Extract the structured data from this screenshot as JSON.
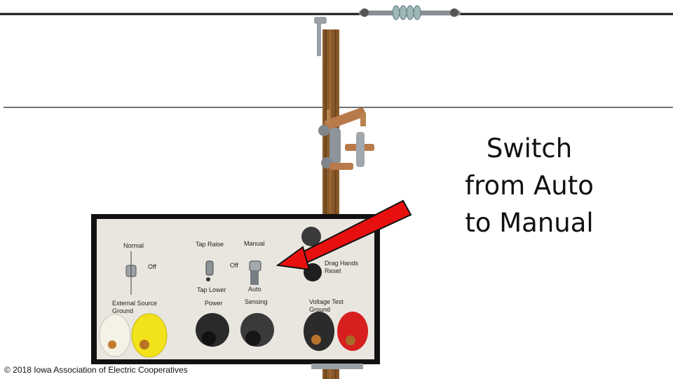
{
  "callout": {
    "line1": "Switch",
    "line2": "from Auto",
    "line3": "to Manual"
  },
  "panel": {
    "normal": "Normal",
    "off_left": "Off",
    "tap_raise": "Tap Raise",
    "off_mid": "Off",
    "tap_lower": "Tap Lower",
    "manual": "Manual",
    "auto": "Auto",
    "drag_hands": "Drag Hands",
    "reset": "Reset",
    "external_source": "External Source",
    "ground_left": "Ground",
    "power": "Power",
    "sensing": "Sensing",
    "voltage_test": "Voltage Test",
    "ground_right": "Ground"
  },
  "footer": {
    "copyright": "© 2018 Iowa Association of Electric Cooperatives"
  },
  "colors": {
    "arrow": "#e8100f",
    "pole": "#8a5a2b",
    "panel_face": "#e9e6df",
    "panel_frame": "#111111",
    "terminal_white": "#f4f1e6",
    "terminal_yellow": "#f2e21a",
    "terminal_black": "#222222",
    "terminal_red": "#d71f1f"
  }
}
